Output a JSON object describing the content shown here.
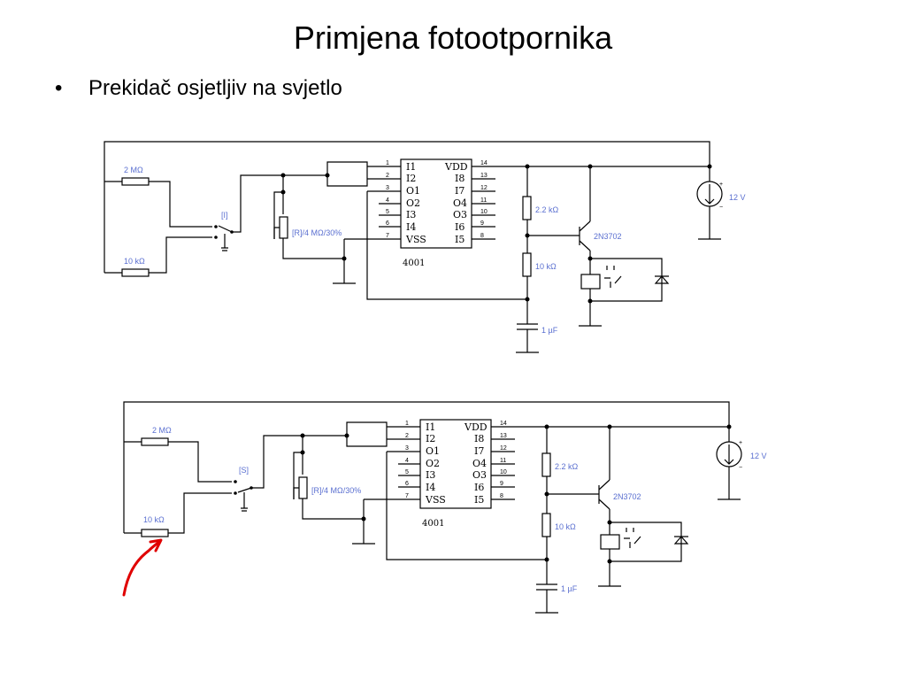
{
  "slide": {
    "title": "Primjena fotootpornika",
    "bullet": "Prekidač osjetljiv na svjetlo",
    "bullet_marker": "•"
  },
  "circuits": [
    {
      "r_top": "2 MΩ",
      "r_bottom": "10 kΩ",
      "switch_key": "[I]",
      "pot": "[R]/4 MΩ/30%",
      "ic_name": "4001",
      "ic_left_pins": [
        "1",
        "2",
        "3",
        "4",
        "5",
        "6",
        "7"
      ],
      "ic_left_labels": [
        "I1",
        "I2",
        "O1",
        "O2",
        "I3",
        "I4",
        "VSS"
      ],
      "ic_right_labels": [
        "VDD",
        "I8",
        "I7",
        "O4",
        "O3",
        "I6",
        "I5"
      ],
      "ic_right_pins": [
        "14",
        "13",
        "12",
        "11",
        "10",
        "9",
        "8"
      ],
      "r_collector": "2.2 kΩ",
      "r_base": "10 kΩ",
      "transistor": "2N3702",
      "capacitor": "1 µF",
      "source": "12 V",
      "plus": "+",
      "minus": "−"
    },
    {
      "r_top": "2 MΩ",
      "r_bottom": "10 kΩ",
      "switch_key": "[S]",
      "pot": "[R]/4 MΩ/30%",
      "ic_name": "4001",
      "ic_left_pins": [
        "1",
        "2",
        "3",
        "4",
        "5",
        "6",
        "7"
      ],
      "ic_left_labels": [
        "I1",
        "I2",
        "O1",
        "O2",
        "I3",
        "I4",
        "VSS"
      ],
      "ic_right_labels": [
        "VDD",
        "I8",
        "I7",
        "O4",
        "O3",
        "I6",
        "I5"
      ],
      "ic_right_pins": [
        "14",
        "13",
        "12",
        "11",
        "10",
        "9",
        "8"
      ],
      "r_collector": "2.2 kΩ",
      "r_base": "10 kΩ",
      "transistor": "2N3702",
      "capacitor": "1 µF",
      "source": "12 V",
      "plus": "+",
      "minus": "−"
    }
  ],
  "colors": {
    "label": "#5a6fd0",
    "arrow": "#e00000"
  }
}
